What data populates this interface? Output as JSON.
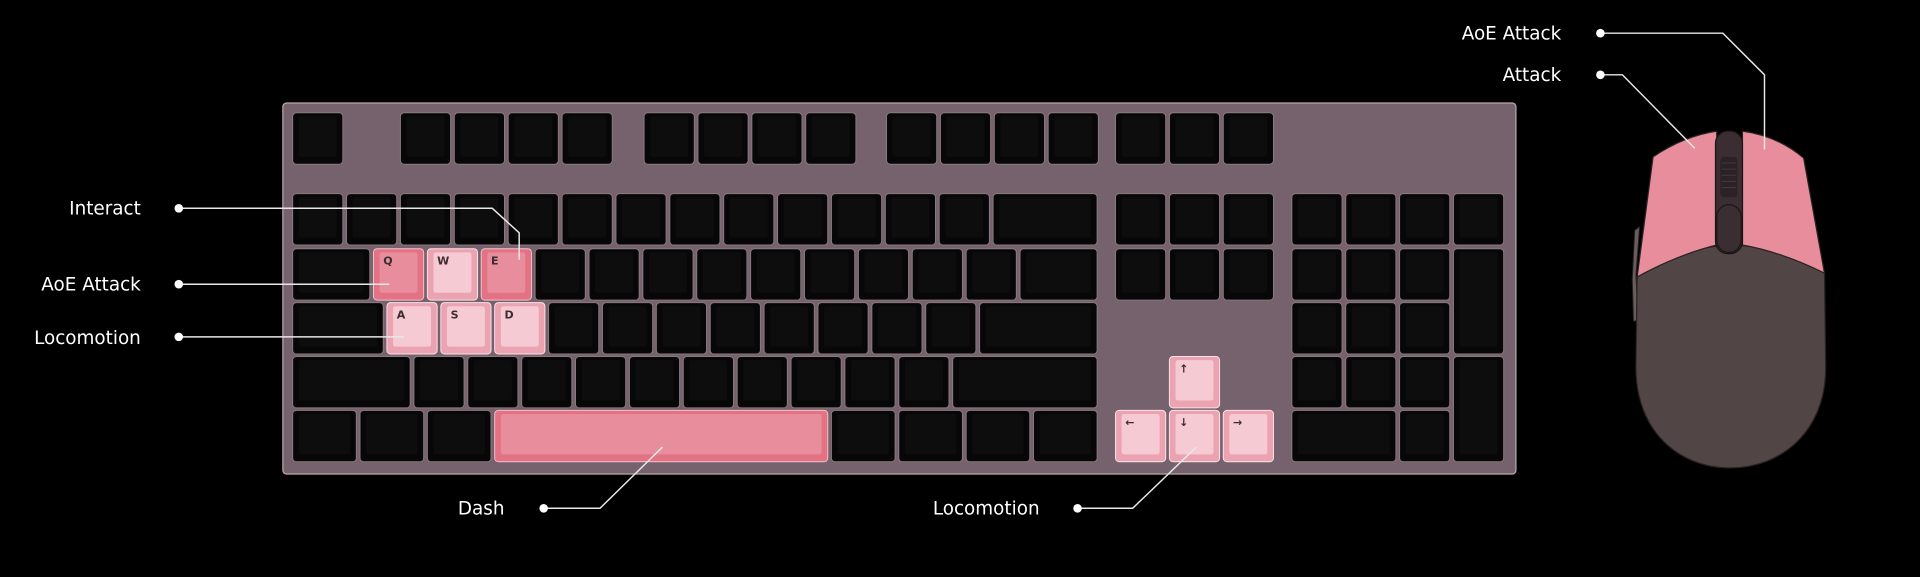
{
  "callouts": {
    "mouse_aoe_attack": "AoE Attack",
    "mouse_attack": "Attack",
    "interact": "Interact",
    "aoe_attack": "AoE Attack",
    "locomotion_wasd": "Locomotion",
    "dash": "Dash",
    "locomotion_arrows": "Locomotion"
  },
  "keys": {
    "q": "Q",
    "w": "W",
    "e": "E",
    "a": "A",
    "s": "S",
    "d": "D",
    "up": "↑",
    "left": "←",
    "down": "↓",
    "right": "→"
  },
  "colors": {
    "background": "#000000",
    "board": "#75626c",
    "key": "#0a0a0a",
    "accent_pink": "#e88d9b",
    "light_pink": "#f6cad2",
    "mouse_body": "#524545"
  }
}
